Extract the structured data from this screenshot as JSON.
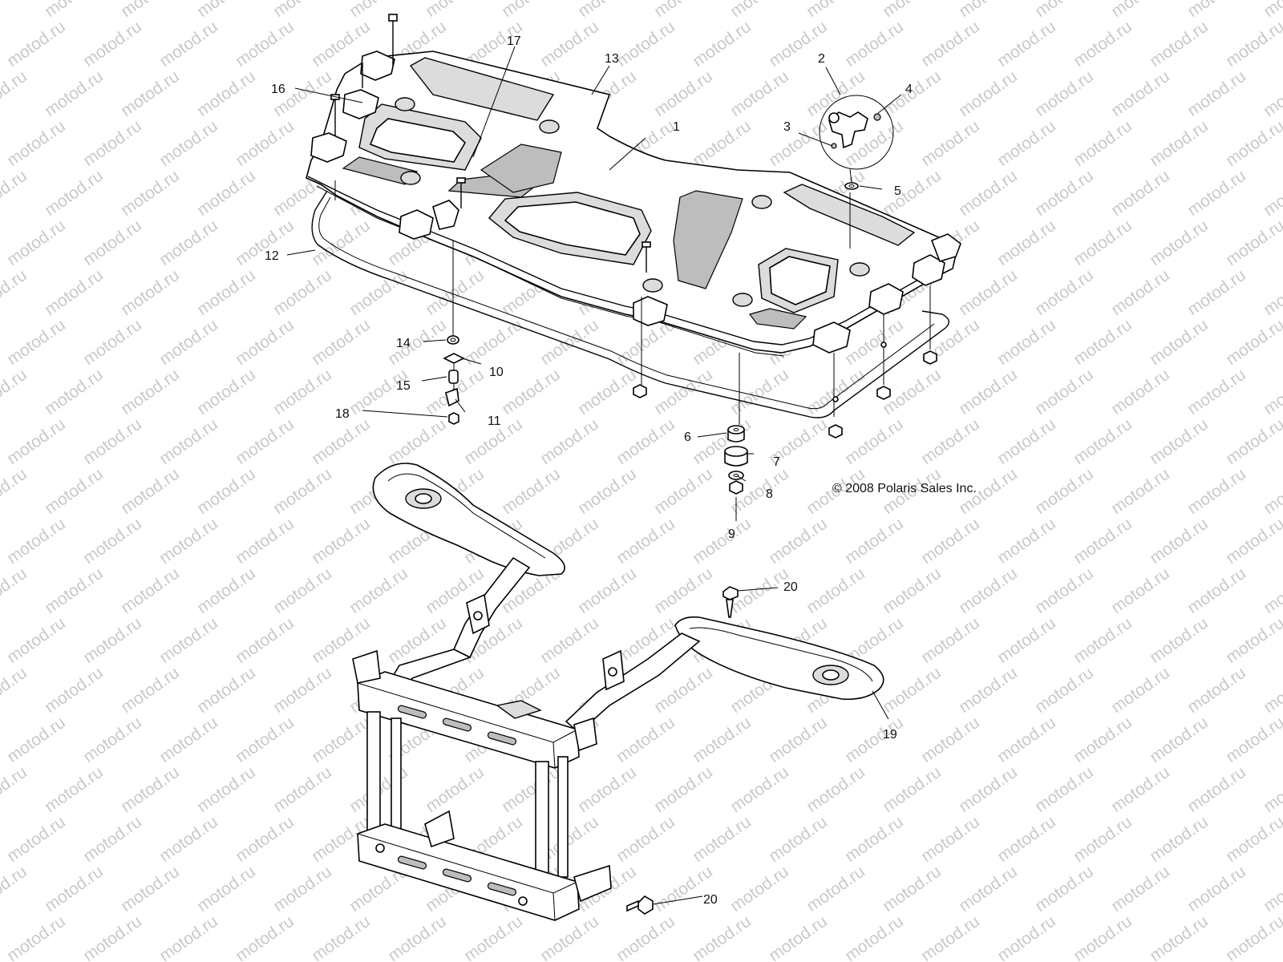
{
  "watermark": {
    "text": "motod.ru"
  },
  "copyright": "© 2008 Polaris Sales Inc.",
  "parts": [
    {
      "id": "part-1",
      "label": "1"
    },
    {
      "id": "part-2",
      "label": "2"
    },
    {
      "id": "part-3",
      "label": "3"
    },
    {
      "id": "part-4",
      "label": "4"
    },
    {
      "id": "part-5",
      "label": "5"
    },
    {
      "id": "part-6",
      "label": "6"
    },
    {
      "id": "part-7",
      "label": "7"
    },
    {
      "id": "part-8",
      "label": "8"
    },
    {
      "id": "part-9",
      "label": "9"
    },
    {
      "id": "part-10",
      "label": "10"
    },
    {
      "id": "part-11",
      "label": "11"
    },
    {
      "id": "part-12",
      "label": "12"
    },
    {
      "id": "part-13",
      "label": "13"
    },
    {
      "id": "part-14",
      "label": "14"
    },
    {
      "id": "part-15",
      "label": "15"
    },
    {
      "id": "part-16",
      "label": "16"
    },
    {
      "id": "part-17",
      "label": "17"
    },
    {
      "id": "part-18",
      "label": "18"
    },
    {
      "id": "part-19",
      "label": "19"
    },
    {
      "id": "part-20a",
      "label": "20"
    },
    {
      "id": "part-20b",
      "label": "20"
    }
  ]
}
